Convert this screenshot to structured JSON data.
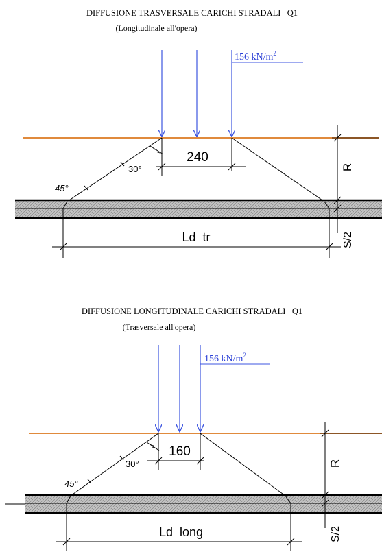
{
  "panels": [
    {
      "title": "DIFFUSIONE TRASVERSALE CARICHI STRADALI   Q1",
      "subtitle": "(Longitudinale all'opera)",
      "load": {
        "value": "156 kN/m",
        "exp": "2"
      },
      "width_label": "240",
      "angle_a": "30°",
      "angle_b": "45°",
      "r_label": "R",
      "s_label": "S/2",
      "span_label": "Ld  tr"
    },
    {
      "title": "DIFFUSIONE LONGITUDINALE CARICHI STRADALI   Q1",
      "subtitle": "(Trasversale all'opera)",
      "load": {
        "value": "156 kN/m",
        "exp": "2"
      },
      "width_label": "160",
      "angle_a": "30°",
      "angle_b": "45°",
      "r_label": "R",
      "s_label": "S/2",
      "span_label": "Ld  long"
    }
  ],
  "colors": {
    "arrow": "#3d55e0",
    "road": "#e08a3c",
    "slab_fill": "#bdbdbd",
    "line": "#000000"
  }
}
